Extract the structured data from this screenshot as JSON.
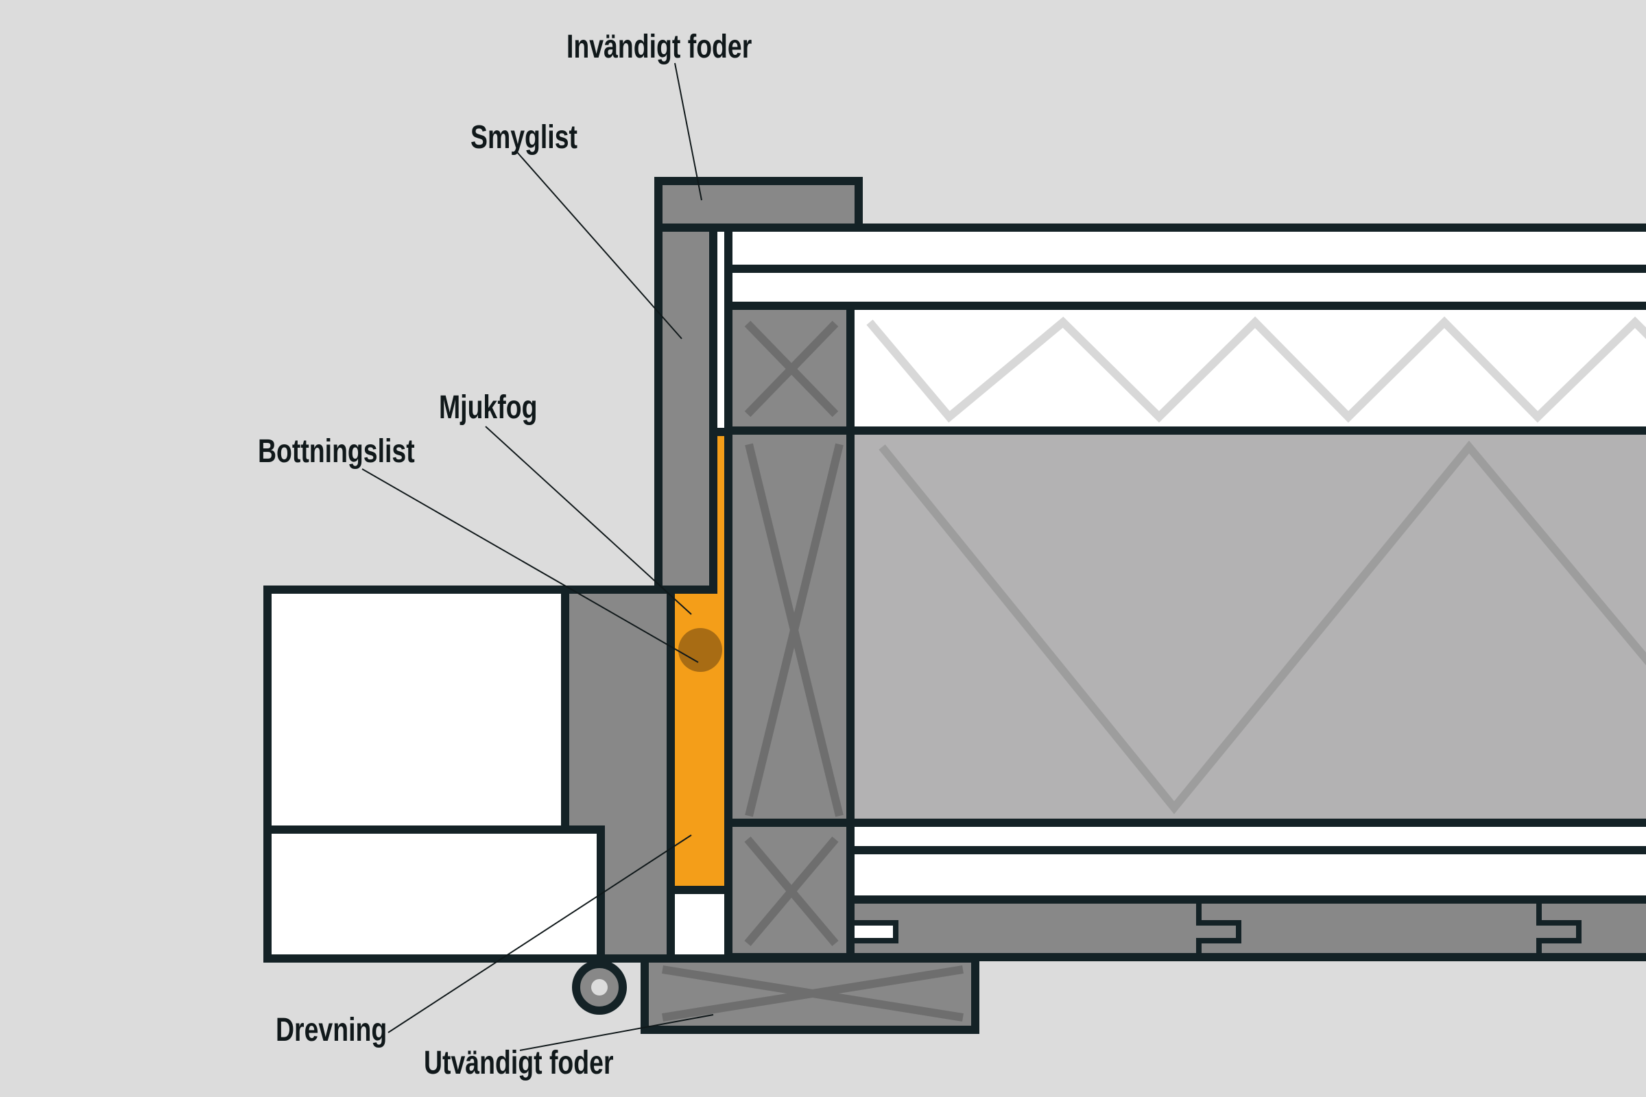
{
  "colors": {
    "background": "#dcdcdc",
    "outline": "#142226",
    "wood": "#888888",
    "insulation_gray": "#b3b2b3",
    "white": "#ffffff",
    "soft_joint": "#f49e19",
    "backer_rod": "#a86c14",
    "pattern": "#6e6e6e"
  },
  "labels": {
    "invandigt_foder": "Invändigt foder",
    "smyglist": "Smyglist",
    "mjukfog": "Mjukfog",
    "bottningslist": "Bottningslist",
    "drevning": "Drevning",
    "utvandigt_foder": "Utvändigt foder"
  }
}
